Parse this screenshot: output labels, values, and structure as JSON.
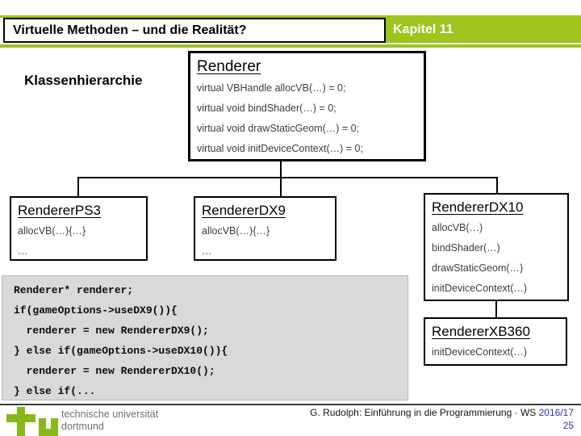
{
  "header": {
    "title": "Virtuelle Methoden – und die Realität?",
    "chapter": "Kapitel 11"
  },
  "section_label": "Klassenhierarchie",
  "diagram": {
    "base_class": {
      "name": "Renderer",
      "methods": [
        "virtual VBHandle allocVB(…) = 0;",
        "virtual void bindShader(…) = 0;",
        "virtual void drawStaticGeom(…) = 0;",
        "virtual void initDeviceContext(…) = 0;"
      ]
    },
    "subclasses": [
      {
        "name": "RendererPS3",
        "methods": [
          "allocVB(…){…}",
          "…"
        ]
      },
      {
        "name": "RendererDX9",
        "methods": [
          "allocVB(…){…}",
          "…"
        ]
      },
      {
        "name": "RendererDX10",
        "methods": [
          "allocVB(…)",
          "bindShader(…)",
          "drawStaticGeom(…)",
          "initDeviceContext(…)"
        ]
      },
      {
        "name": "RendererXB360",
        "methods": [
          "initDeviceContext(…)"
        ]
      }
    ]
  },
  "code": {
    "lines": [
      "Renderer* renderer;",
      "if(gameOptions->useDX9()){",
      "  renderer = new RendererDX9();",
      "} else if(gameOptions->useDX10()){",
      "  renderer = new RendererDX10();",
      "} else if(..."
    ]
  },
  "footer": {
    "university_line1": "technische universität",
    "university_line2": "dortmund",
    "credit_prefix": "G. Rudolph: Einführung in die Programmierung · WS ",
    "credit_term": "2016/17",
    "page_number": "25"
  },
  "colors": {
    "accent_green": "#9ec41d",
    "logo_green": "#87b71a",
    "code_bg": "#d9d9d9",
    "link_blue": "#2e2eb8"
  }
}
